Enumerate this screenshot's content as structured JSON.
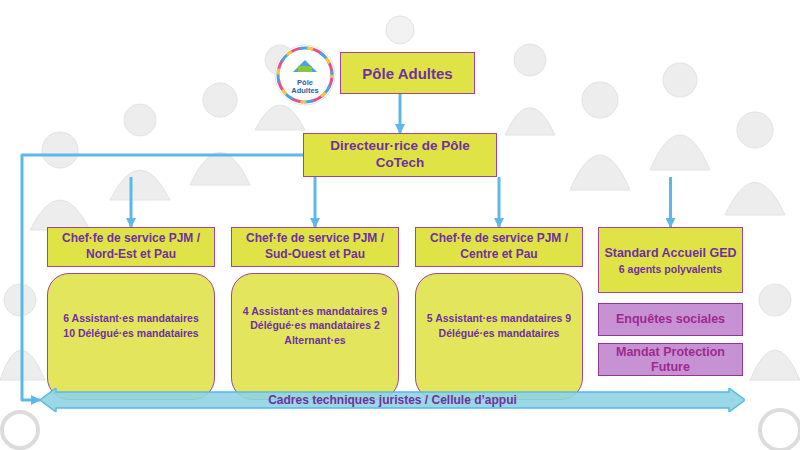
{
  "diagram": {
    "nodes": [
      {
        "text": [
          "Pôle Adultes"
        ]
      },
      {
        "text": [
          "Directeur·rice de Pôle CoTech"
        ]
      },
      {
        "text": [
          "Chef·fe de service PJM / Nord-Est et Pau"
        ]
      },
      {
        "text": [
          "6 Assistant·es mandataires 10 Délégué·es mandataires"
        ]
      },
      {
        "text": [
          "Chef·fe de service PJM / Sud-Ouest et Pau"
        ]
      },
      {
        "text": [
          "4 Assistant·es mandataires 9 Délégué·es mandataires 2 Alternant·es"
        ]
      },
      {
        "text": [
          "Chef·fe de service PJM / Centre et Pau"
        ]
      },
      {
        "text": [
          "5 Assistant·es mandataires 9 Délégué·es mandataires"
        ]
      },
      {
        "text": [
          "Standard Accueil GED",
          "6 agents polyvalents"
        ]
      },
      {
        "text": [
          "Enquêtes sociales"
        ]
      },
      {
        "text": [
          "Mandat Protection Future"
        ]
      },
      {
        "text": [
          "Cadres techniques juristes / Cellule d’appui"
        ]
      }
    ],
    "edges": [
      {
        "from": 0,
        "to": 1,
        "arrow": "to"
      },
      {
        "from": 1,
        "to": 2,
        "arrow": "to"
      },
      {
        "from": 1,
        "to": 4,
        "arrow": "to"
      },
      {
        "from": 1,
        "to": 6,
        "arrow": "to"
      },
      {
        "from": 1,
        "to": 8,
        "arrow": "to"
      },
      {
        "from": 1,
        "to": 11,
        "arrow": "to"
      }
    ],
    "labels": [
      "Pôle Adultes"
    ]
  }
}
